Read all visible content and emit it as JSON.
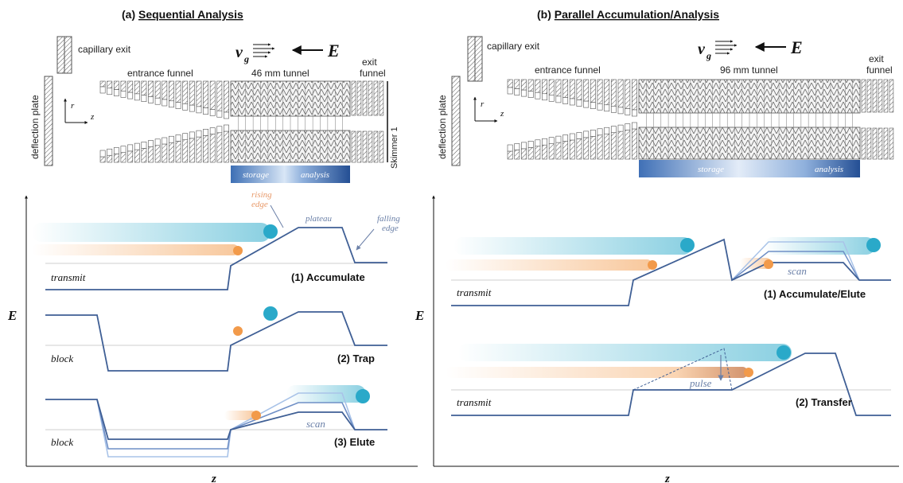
{
  "panel_a": {
    "header_prefix": "(a) ",
    "header_main": "Sequential Analysis",
    "capillary_label": "capillary exit",
    "deflection_label": "deflection plate",
    "entrance_label": "entrance funnel",
    "tunnel_label": "46 mm tunnel",
    "exit_label_1": "exit",
    "exit_label_2": "funnel",
    "skimmer_label": "Skimmer 1",
    "velocity_symbol": "v",
    "velocity_sub": "g",
    "field_symbol": "E",
    "axis_r": "r",
    "axis_z_small": "z",
    "bar_storage": "storage",
    "bar_analysis": "analysis",
    "ann_rising_1": "rising",
    "ann_rising_2": "edge",
    "ann_plateau": "plateau",
    "ann_falling_1": "falling",
    "ann_falling_2": "edge",
    "y_axis": "E",
    "x_axis": "z",
    "row1_left": "transmit",
    "row1_right": "(1) Accumulate",
    "row2_left": "block",
    "row2_right": "(2) Trap",
    "row3_left": "block",
    "row3_right": "(3) Elute",
    "row3_scan": "scan"
  },
  "panel_b": {
    "header_prefix": "(b) ",
    "header_main": "Parallel Accumulation/Analysis",
    "capillary_label": "capillary exit",
    "deflection_label": "deflection plate",
    "entrance_label": "entrance funnel",
    "tunnel_label": "96 mm tunnel",
    "exit_label_1": "exit",
    "exit_label_2": "funnel",
    "velocity_symbol": "v",
    "velocity_sub": "g",
    "field_symbol": "E",
    "axis_r": "r",
    "axis_z_small": "z",
    "bar_storage": "storage",
    "bar_analysis": "analysis",
    "y_axis": "E",
    "x_axis": "z",
    "row1_left": "transmit",
    "row1_right": "(1) Accumulate/Elute",
    "row1_scan": "scan",
    "row2_left": "transmit",
    "row2_right": "(2) Transfer",
    "row2_pulse": "pulse"
  },
  "colors": {
    "line_dark": "#3f5f95",
    "line_mid": "#6f8fc6",
    "line_light": "#a9c3e8",
    "ion_blue": "#2aa9c9",
    "ion_orange": "#f29a4a",
    "bar_dark": "#2b5ea8",
    "bar_light": "#d8e6f6"
  }
}
